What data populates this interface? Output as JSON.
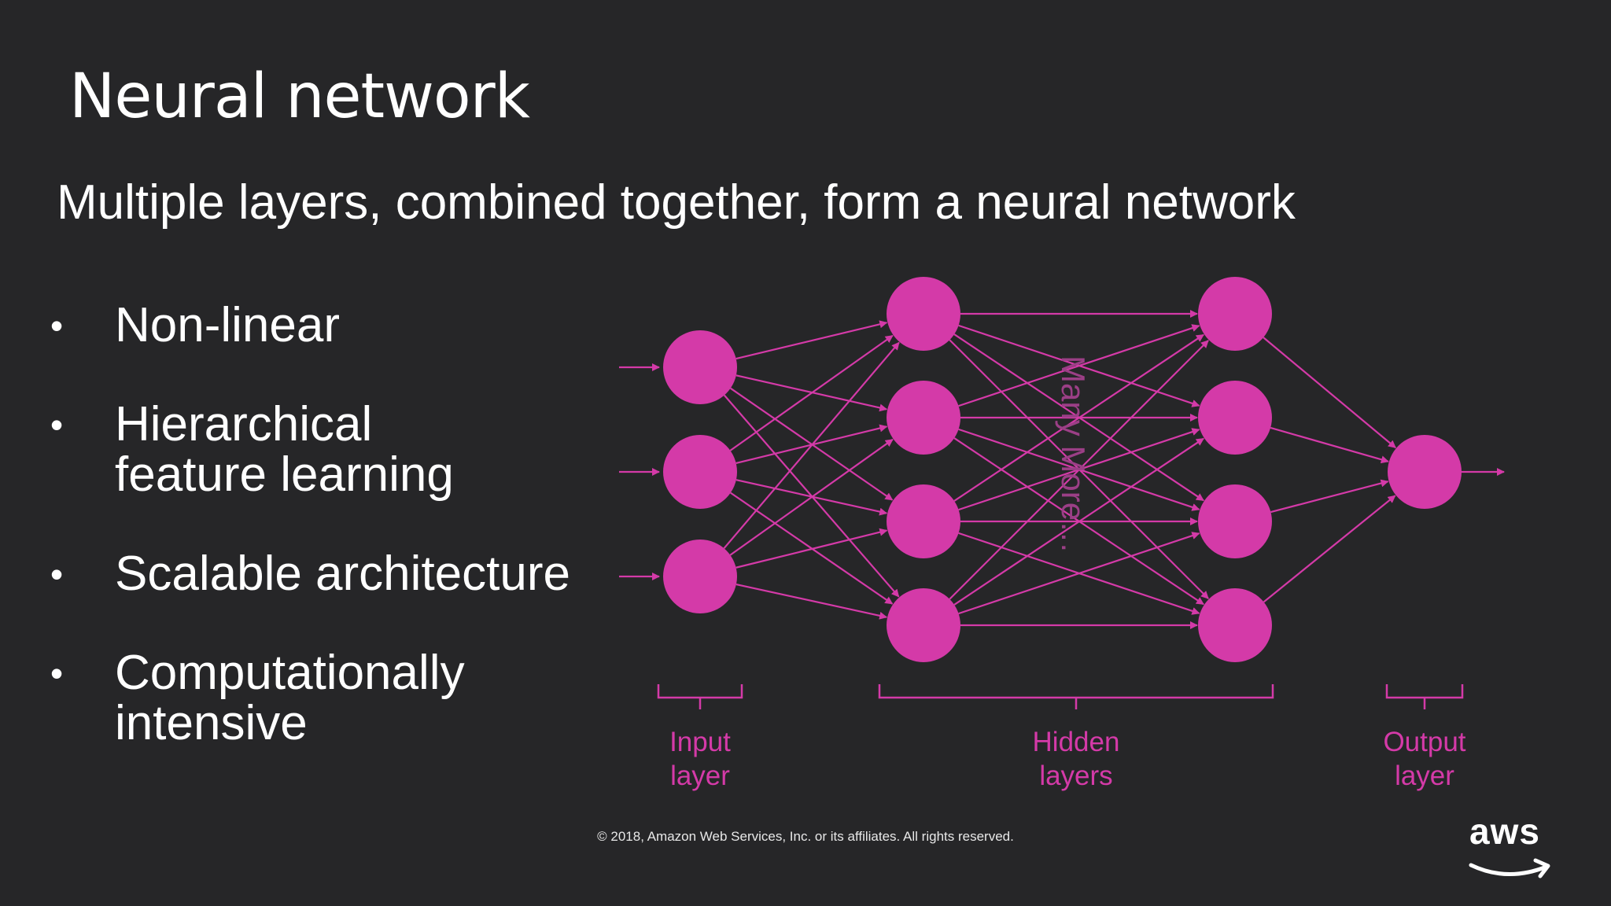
{
  "slide": {
    "title": "Neural network",
    "subtitle": "Multiple layers, combined together, form a neural network"
  },
  "bullets": [
    {
      "line1": "Non-linear",
      "line2": ""
    },
    {
      "line1": "Hierarchical",
      "line2": "feature learning"
    },
    {
      "line1": "Scalable architecture",
      "line2": ""
    },
    {
      "line1": "Computationally",
      "line2": "intensive"
    }
  ],
  "diagram": {
    "accent_color": "#d43aa8",
    "line_color": "#d43aa8",
    "layers": [
      {
        "name": "input",
        "node_count": 3
      },
      {
        "name": "hidden-1",
        "node_count": 4
      },
      {
        "name": "hidden-2",
        "node_count": 4
      },
      {
        "name": "output",
        "node_count": 1
      }
    ],
    "overlay_text": "Many More…",
    "captions": {
      "input": {
        "line1": "Input",
        "line2": "layer"
      },
      "hidden": {
        "line1": "Hidden",
        "line2": "layers"
      },
      "output": {
        "line1": "Output",
        "line2": "layer"
      }
    }
  },
  "footer": {
    "copyright": "© 2018, Amazon Web Services, Inc. or its affiliates. All rights reserved.",
    "logo_text": "aws",
    "logo_icon": "aws-smile-arrow"
  }
}
